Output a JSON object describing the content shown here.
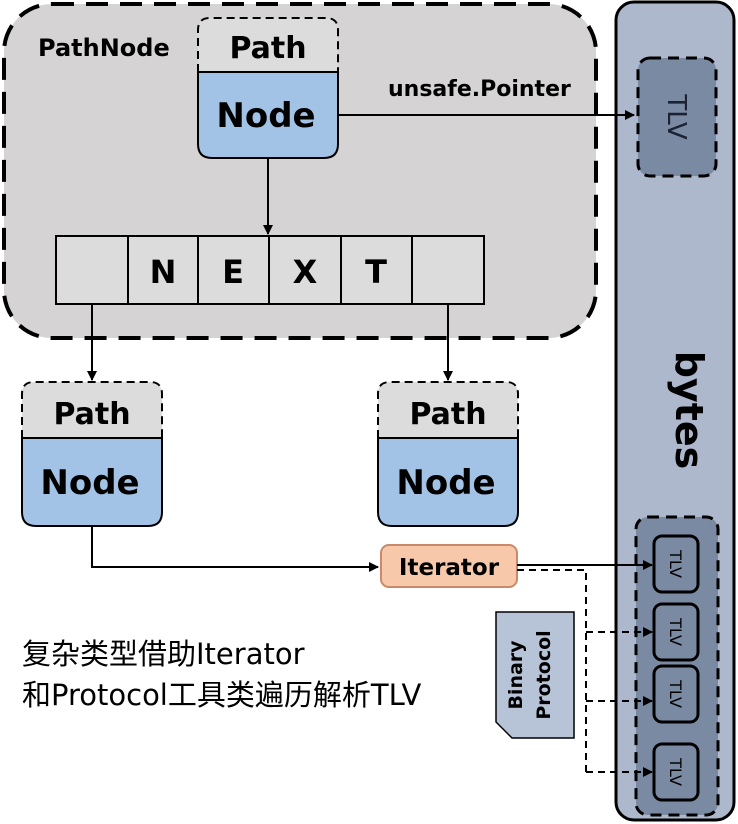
{
  "pathnode_label": "PathNode",
  "top_node": {
    "path": "Path",
    "node": "Node"
  },
  "pointer_label": "unsafe.Pointer",
  "tlv_top": "TLV",
  "next_cells": [
    "",
    "N",
    "E",
    "X",
    "T",
    ""
  ],
  "left_node": {
    "path": "Path",
    "node": "Node"
  },
  "right_node": {
    "path": "Path",
    "node": "Node"
  },
  "iterator_label": "Iterator",
  "bytes_label": "bytes",
  "tlv_items": [
    "TLV",
    "TLV",
    "TLV",
    "TLV"
  ],
  "binary_protocol": [
    "Binary",
    "Protocol"
  ],
  "caption": [
    "复杂类型借助Iterator",
    "和Protocol工具类遍历解析TLV"
  ],
  "colors": {
    "pathnode_bg": "#d5d3d3",
    "path_bg": "#dcdcdc",
    "node_bg": "#a3c3e6",
    "bytes_bg": "#adb8cc",
    "tlv_bg": "#7b8aa3",
    "iterator_bg": "#f8c8aa",
    "iterator_border": "#c98a6b",
    "protocol_bg": "#b7c3d6"
  }
}
